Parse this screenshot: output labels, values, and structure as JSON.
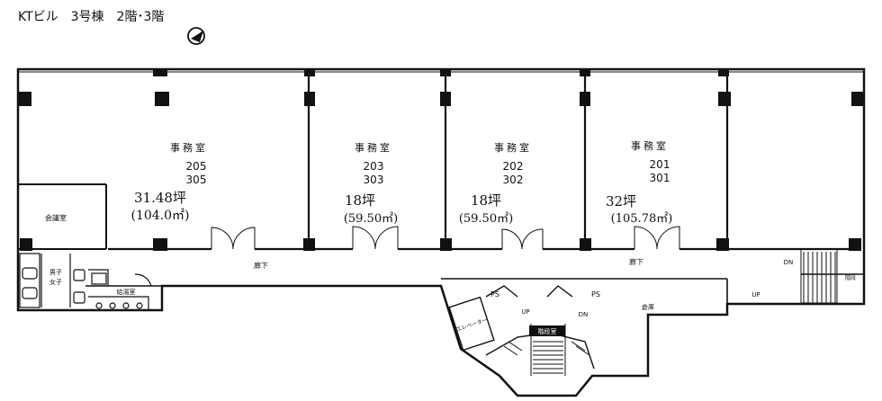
{
  "header": {
    "title": "KTビル　3号棟　2階･3階"
  },
  "rooms": [
    {
      "type": "事務室",
      "num_a": "205",
      "num_b": "305",
      "tsubo": "31.48坪",
      "sqm": "(104.0㎡)"
    },
    {
      "type": "事務室",
      "num_a": "203",
      "num_b": "303",
      "tsubo": "18坪",
      "sqm": "(59.50㎡)"
    },
    {
      "type": "事務室",
      "num_a": "202",
      "num_b": "302",
      "tsubo": "18坪",
      "sqm": "(59.50㎡)"
    },
    {
      "type": "事務室",
      "num_a": "201",
      "num_b": "301",
      "tsubo": "32坪",
      "sqm": "(105.78㎡)"
    }
  ],
  "labels": {
    "small_room": "会議室",
    "corridor_left": "廊下",
    "corridor_right": "廊下",
    "toilet_m": "男子",
    "toilet_w": "女子",
    "kitchen": "給湯室",
    "ev": "エレベーター",
    "ps_left": "PS",
    "ps_right": "PS",
    "up_center": "UP",
    "dn_center": "DN",
    "landing": "階段室",
    "storage": "倉庫",
    "dn_right": "DN",
    "up_right": "UP",
    "stair_right": "階段"
  },
  "colors": {
    "line": "#111111",
    "fill": "#111111",
    "background": "#ffffff"
  }
}
